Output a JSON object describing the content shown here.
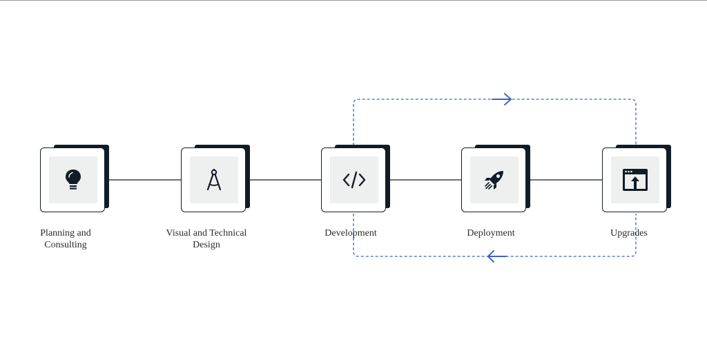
{
  "diagram": {
    "steps": [
      {
        "label": "Planning and\nConsulting",
        "icon": "lightbulb-icon"
      },
      {
        "label": "Visual and Technical\nDesign",
        "icon": "drafting-compass-icon"
      },
      {
        "label": "Development",
        "icon": "code-icon"
      },
      {
        "label": "Deployment",
        "icon": "rocket-icon"
      },
      {
        "label": "Upgrades",
        "icon": "browser-upload-icon"
      }
    ],
    "colors": {
      "dark": "#111c26",
      "tile": "#eeefef",
      "loop": "#3b63c9"
    }
  }
}
